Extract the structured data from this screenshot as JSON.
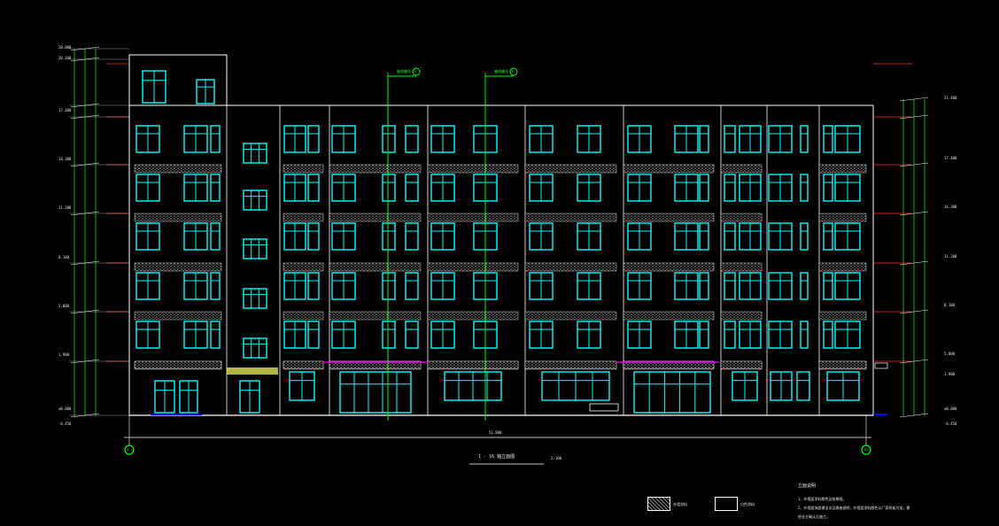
{
  "drawing": {
    "title": "1 - 16 轴立面图",
    "scale": "1:100",
    "overall_width": "51.800",
    "axis_start": "1",
    "axis_end": "16"
  },
  "callouts": [
    {
      "tag": "1",
      "text": "轴线编号"
    },
    {
      "tag": "3",
      "text": "轴线编号"
    }
  ],
  "left_elevations": [
    "20.800",
    "20.100",
    "17.400",
    "14.300",
    "11.200",
    "8.100",
    "5.000",
    "1.900",
    "±0.000",
    "-0.450"
  ],
  "right_elevations": [
    "21.400",
    "17.400",
    "14.300",
    "11.200",
    "8.100",
    "5.000",
    "1.900",
    "±0.000",
    "-0.450"
  ],
  "notes": {
    "heading": "立面说明",
    "lines": [
      "1、外墙面涂料颜色见效果图。",
      "2、外墙面饰面做法详见建施说明，外墙面涂料颜色以厂家样板为准，需",
      "经业主确认后施工。"
    ]
  },
  "legend": [
    {
      "label": "外墙涂料"
    },
    {
      "label": "白色涂料"
    }
  ],
  "colors": {
    "background": "#000000",
    "outline": "#ffffff",
    "window": "#00ffff",
    "axis_line": "#00ff00",
    "level_line": "#ff3333",
    "band_dots": "#ffffff",
    "accent": "#ff00ff",
    "ground": "#0000ff"
  }
}
